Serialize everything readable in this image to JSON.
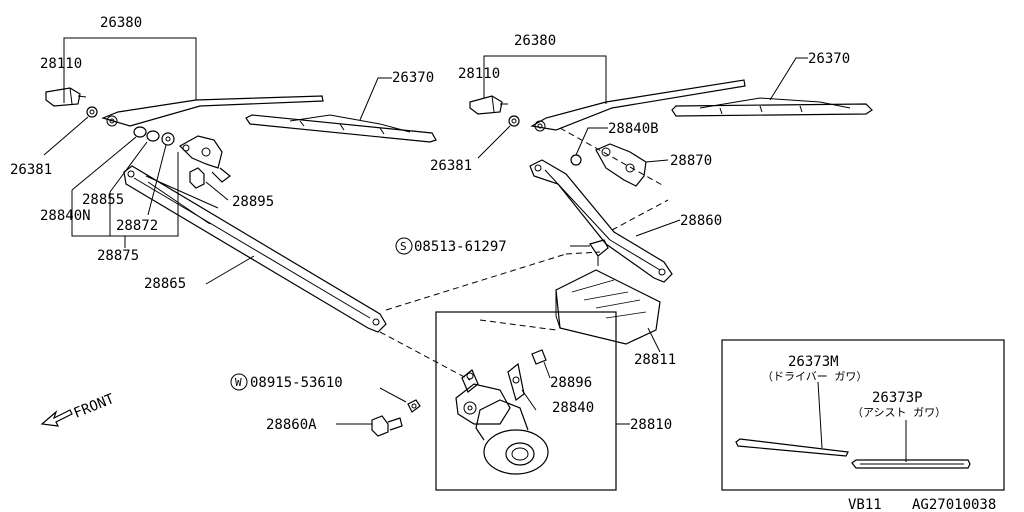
{
  "labels": {
    "l_26380_a": "26380",
    "l_28110_a": "28110",
    "l_26370_a": "26370",
    "l_26381_a": "26381",
    "l_28855": "28855",
    "l_28840N": "28840N",
    "l_28872": "28872",
    "l_28875": "28875",
    "l_28895": "28895",
    "l_28865": "28865",
    "l_26380_b": "26380",
    "l_28110_b": "28110",
    "l_26370_b": "26370",
    "l_26381_b": "26381",
    "l_28840B": "28840B",
    "l_28870": "28870",
    "l_28860": "28860",
    "l_08513": "08513-61297",
    "l_28811": "28811",
    "l_08915": "08915-53610",
    "l_28896": "28896",
    "l_28840": "28840",
    "l_28860A": "28860A",
    "l_28810": "28810",
    "l_26373M": "26373M",
    "l_driver": "（ドライバー ガワ）",
    "l_26373P": "26373P",
    "l_assist": "（アシスト ガワ）",
    "l_front": "FRONT",
    "l_vb11": "VB11",
    "l_code": "AG27010038",
    "l_S": "S",
    "l_W": "W"
  }
}
